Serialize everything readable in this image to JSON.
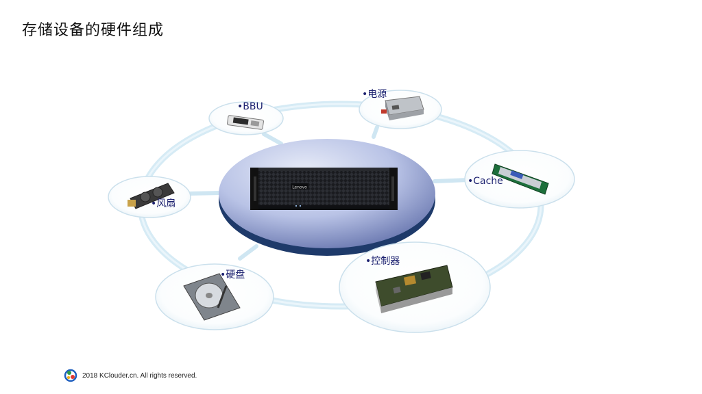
{
  "title": "存储设备的硬件组成",
  "center": {
    "device_brand": "Lenovo"
  },
  "components": {
    "bbu": "•BBU",
    "power": "•电源",
    "cache": "•Cache",
    "fan": "•风扇",
    "disk": "•硬盘",
    "controller": "•控制器"
  },
  "footer": {
    "copyright": "2018 KClouder.cn. All rights reserved."
  },
  "colors": {
    "ring": "#d6ebf5",
    "platform_top": "#c8d4f0",
    "platform_edge": "#1e3a6a",
    "label": "#1a1f6e"
  }
}
